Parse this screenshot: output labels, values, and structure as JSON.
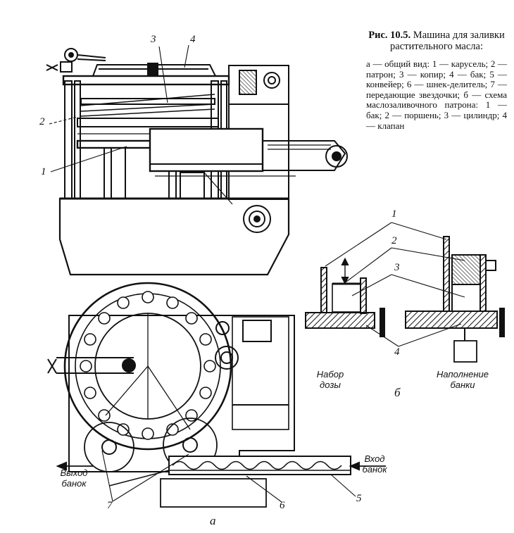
{
  "caption": {
    "fig_number": "Рис. 10.5.",
    "title": "Машина для заливки растительного масла:",
    "body": "а — общий вид: 1 — карусель; 2 — патрон; 3 — копир; 4 — бак; 5 — конвейер; 6 — шнек-делитель; 7 — передающие звездочки; б — схема маслозаливочного патрона: 1 — бак; 2 — поршень; 3 — цилиндр; 4 — клапан"
  },
  "view_a": {
    "letter": "а",
    "callouts": [
      "1",
      "2",
      "3",
      "4",
      "5",
      "6",
      "7"
    ],
    "exit_label": "Выход банок",
    "entry_label": "Вход банок"
  },
  "view_b": {
    "letter": "б",
    "callouts": [
      "1",
      "2",
      "3",
      "4"
    ],
    "left_label": "Набор дозы",
    "right_label": "Наполнение банки"
  }
}
